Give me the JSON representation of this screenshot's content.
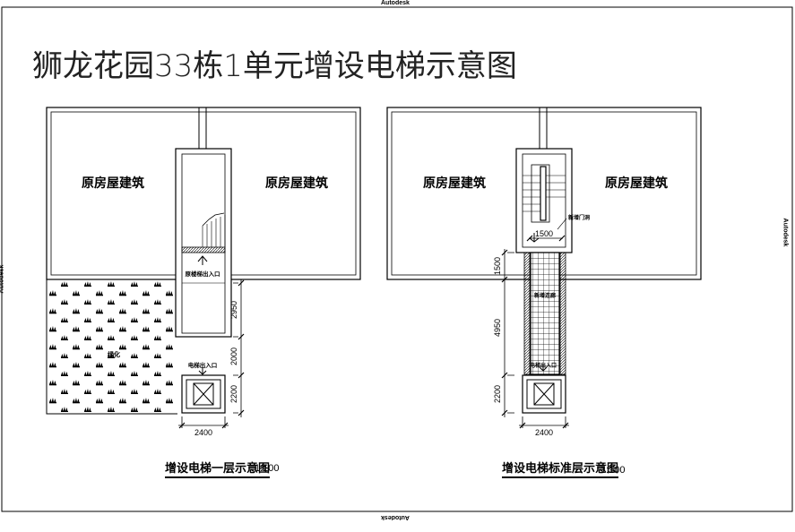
{
  "watermark": "Autodesk",
  "title": "狮龙花园33栋1单元增设电梯示意图",
  "plans": {
    "first_floor": {
      "caption": "增设电梯一层示意图",
      "scale": "1:100",
      "room_left": "原房屋建筑",
      "room_right": "原房屋建筑",
      "entrance_label": "原楼梯出入口",
      "greenery_label": "绿化",
      "elevator_entrance_label": "电梯出入口",
      "dims": {
        "d2950": "2950",
        "d2000": "2000",
        "d2200": "2200",
        "d2400": "2400"
      }
    },
    "standard_floor": {
      "caption": "增设电梯标准层示意图",
      "scale": "1:100",
      "room_left": "原房屋建筑",
      "room_right": "原房屋建筑",
      "door_label": "新增门洞",
      "corridor_label": "新增连廊",
      "elevator_entrance_label": "电梯出入口",
      "dims": {
        "d1500_top": "1500",
        "d1500_side": "1500",
        "d4950": "4950",
        "d2200": "2200",
        "d2400": "2400"
      }
    }
  }
}
